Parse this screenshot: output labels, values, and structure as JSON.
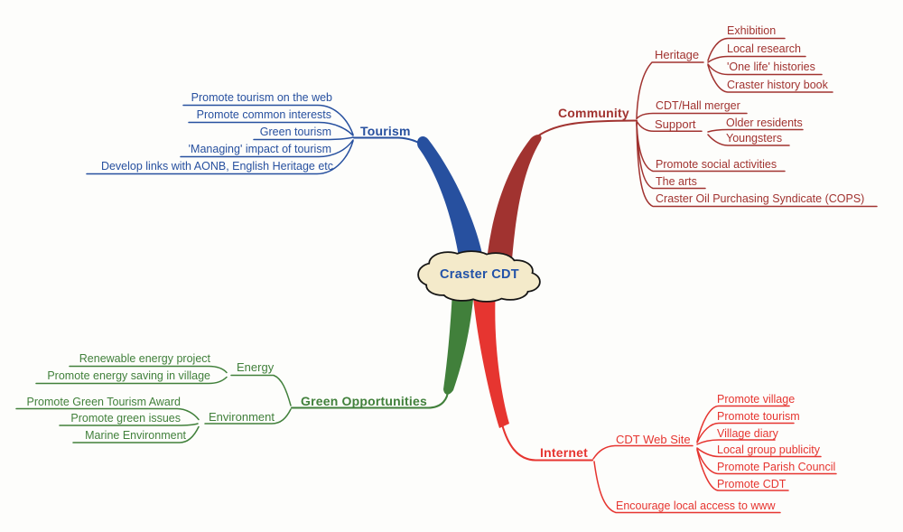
{
  "title": "Craster CDT mind map",
  "colors": {
    "tourism": "#27509F",
    "community": "#A13330",
    "green": "#41803B",
    "internet": "#E63530",
    "cloud_fill": "#F4EACA",
    "cloud_outline": "#161616",
    "cloud_text": "#2353A8"
  },
  "map": {
    "center": "Craster CDT",
    "tourism": {
      "label": "Tourism",
      "items": [
        "Promote tourism on the web",
        "Promote common interests",
        "Green tourism",
        "'Managing' impact of tourism",
        "Develop links with AONB, English Heritage etc"
      ]
    },
    "community": {
      "label": "Community",
      "heritage": {
        "label": "Heritage",
        "items": [
          "Exhibition",
          "Local research",
          "'One life' histories",
          "Craster history book"
        ]
      },
      "merger": "CDT/Hall merger",
      "support": {
        "label": "Support",
        "items": [
          "Older residents",
          "Youngsters"
        ]
      },
      "items": [
        "Promote social activities",
        "The arts",
        "Craster Oil Purchasing Syndicate (COPS)"
      ]
    },
    "green": {
      "label": "Green Opportunities",
      "energy": {
        "label": "Energy",
        "items": [
          "Renewable energy project",
          "Promote energy saving in village"
        ]
      },
      "environment": {
        "label": "Environment",
        "items": [
          "Promote Green Tourism Award",
          "Promote green issues",
          "Marine Environment"
        ]
      }
    },
    "internet": {
      "label": "Internet",
      "website": {
        "label": "CDT Web Site",
        "items": [
          "Promote village",
          "Promote tourism",
          "Village diary",
          "Local group publicity",
          "Promote Parish Council",
          "Promote CDT"
        ]
      },
      "items": [
        "Encourage local access to www"
      ]
    }
  }
}
